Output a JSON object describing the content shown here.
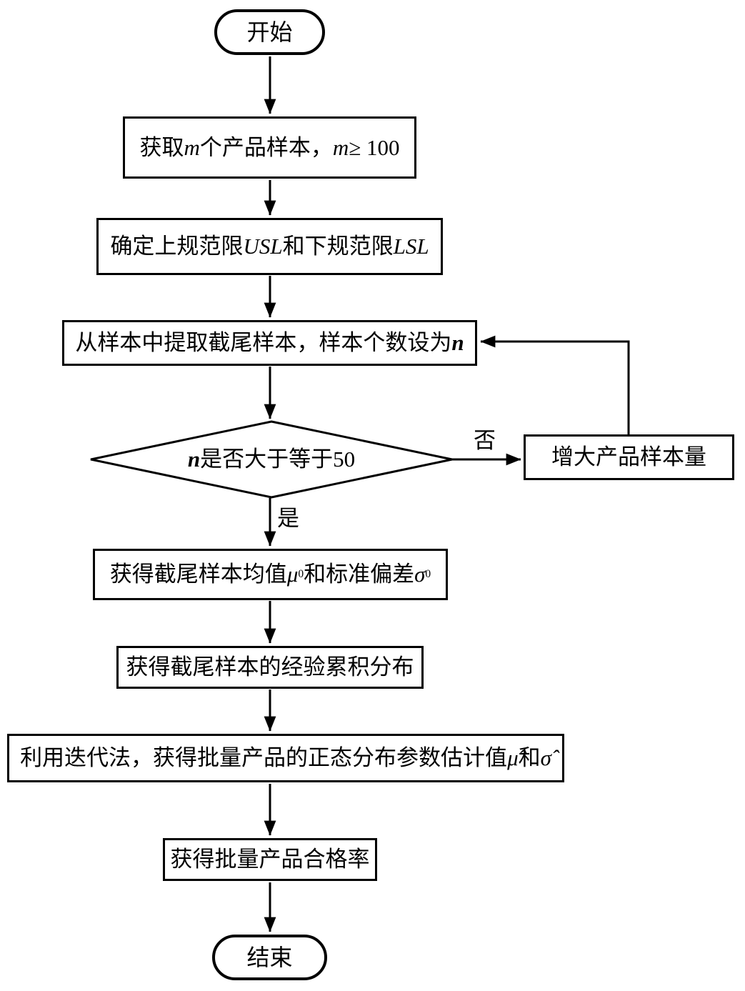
{
  "page": {
    "background": "#ffffff",
    "line_color": "#000000"
  },
  "flowchart": {
    "nodes": {
      "start": {
        "parts": [
          {
            "t": "开始"
          }
        ]
      },
      "acquire": {
        "parts": [
          {
            "t": "获取"
          },
          {
            "t": "m",
            "s": "i"
          },
          {
            "t": "个产品样本，"
          },
          {
            "t": "m",
            "s": "i"
          },
          {
            "t": " ≥ 100"
          }
        ]
      },
      "limits": {
        "parts": [
          {
            "t": "确定上规范限"
          },
          {
            "t": "USL",
            "s": "i"
          },
          {
            "t": "和下规范限"
          },
          {
            "t": "LSL",
            "s": "i"
          }
        ]
      },
      "extract": {
        "parts": [
          {
            "t": "从样本中提取截尾样本，样本个数设为"
          },
          {
            "t": "n",
            "s": "bi"
          }
        ]
      },
      "decision": {
        "parts": [
          {
            "t": "n",
            "s": "bi"
          },
          {
            "t": "是否大于等于50"
          }
        ]
      },
      "increase": {
        "parts": [
          {
            "t": "增大产品样本量"
          }
        ]
      },
      "meanstd": {
        "parts": [
          {
            "t": "获得截尾样本均值"
          },
          {
            "t": "μ",
            "s": "i"
          },
          {
            "t": "0",
            "s": "sub"
          },
          {
            "t": "和标准偏差"
          },
          {
            "t": "σ",
            "s": "i"
          },
          {
            "t": "0",
            "s": "sub"
          }
        ]
      },
      "ecdf": {
        "parts": [
          {
            "t": "获得截尾样本的经验累积分布"
          }
        ]
      },
      "iterate": {
        "parts": [
          {
            "t": "利用迭代法，获得批量产品的正态分布参数估计值"
          },
          {
            "t": "μ̂",
            "s": "i"
          },
          {
            "t": "和"
          },
          {
            "t": "σ̂",
            "s": "i"
          }
        ]
      },
      "passrate": {
        "parts": [
          {
            "t": "获得批量产品合格率"
          }
        ]
      },
      "end": {
        "parts": [
          {
            "t": "结束"
          }
        ]
      }
    },
    "edge_labels": {
      "yes": "是",
      "no": "否"
    }
  }
}
